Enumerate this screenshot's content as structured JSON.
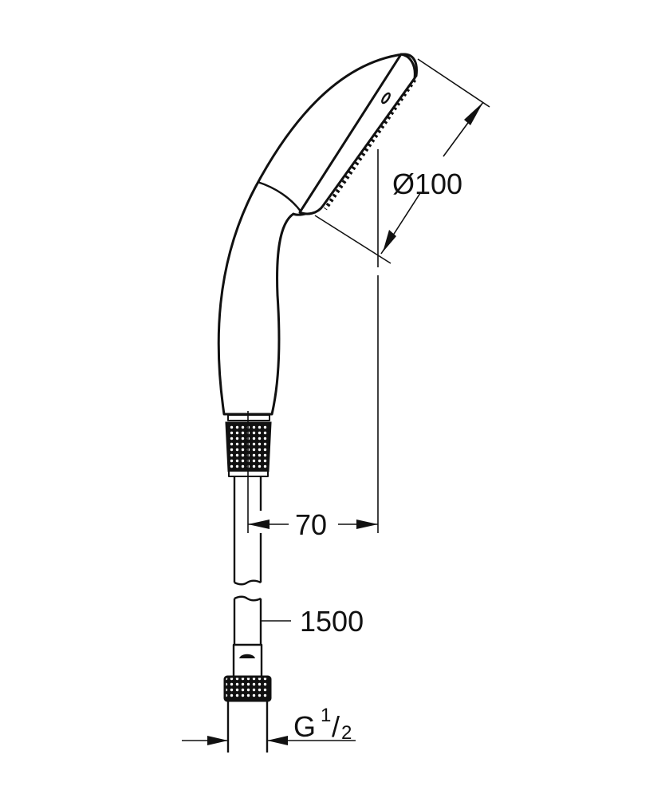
{
  "drawing": {
    "subject": "hand shower with hose",
    "line_color": "#111111",
    "background": "#ffffff"
  },
  "dimensions": {
    "head_diameter": {
      "symbol": "Ø",
      "value": "100",
      "label": "Ø100"
    },
    "offset": {
      "value": "70",
      "label": "70"
    },
    "hose_length": {
      "value": "1500",
      "label": "1500"
    },
    "thread": {
      "prefix": "G",
      "numerator": "1",
      "slash": "/",
      "denominator": "2",
      "label": "G 1/2"
    }
  }
}
